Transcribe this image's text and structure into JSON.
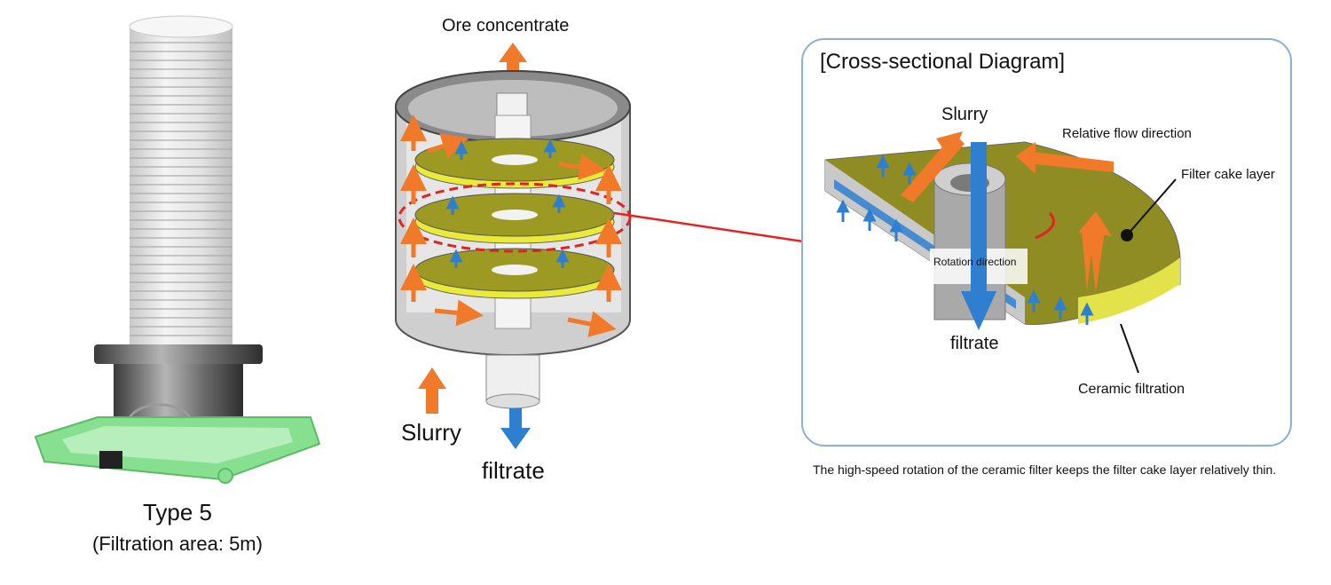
{
  "photo": {
    "caption_type": "Type 5",
    "caption_area": "(Filtration area: 5m)"
  },
  "cutaway": {
    "top_label": "Ore concentrate",
    "inlet_label": "Slurry",
    "outlet_label": "filtrate"
  },
  "cross_section": {
    "title": "[Cross-sectional Diagram]",
    "slurry_label": "Slurry",
    "relative_flow_label": "Relative flow direction",
    "filter_cake_label": "Filter cake layer",
    "rotation_label": "Rotation direction",
    "filtrate_label": "filtrate",
    "ceramic_label": "Ceramic filtration",
    "note": "The high-speed rotation of the ceramic filter keeps the filter cake layer relatively thin."
  },
  "colors": {
    "orange_arrow": "#f07a2a",
    "blue_arrow": "#2f7fd0",
    "filter_disc_yellow": "#f2e51a",
    "filter_cake_olive": "#8e8c22",
    "housing_grey": "#9b9b9b",
    "base_green": "#7ee08a",
    "panel_border": "#8ab0d8",
    "connector_red": "#e02424"
  }
}
